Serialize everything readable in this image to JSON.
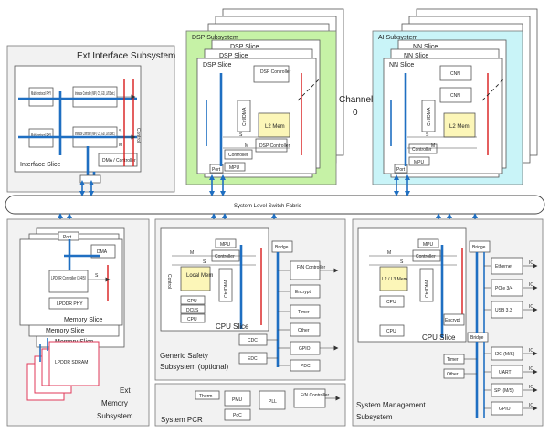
{
  "ext_interface": {
    "title": "Ext Interface Subsystem",
    "phy1": "Multi-protocol PHY",
    "phy2": "Multi-protocol PHY",
    "ic1": "Interface Controller (MIPI, CSI, ESI, LVDS etc.)",
    "ic2": "Interface Controller (MIPI, CSI, ESI, LVDS etc.)",
    "dma": "DMA / Controller",
    "slice": "Interface Slice",
    "s": "S",
    "m": "M",
    "control": "Control"
  },
  "dsp": {
    "title": "DSP Subsystem",
    "slice1": "DSP Slice",
    "slice2": "DSP Slice",
    "slice3": "DSP Slice",
    "controller": "DSP Controller",
    "l2": "L2 Mem",
    "ctrl_dma": "Ctrl/DMA",
    "dsp_ctrl_low": "DSP Controller",
    "controller_low": "Controller",
    "mpu": "MPU",
    "port": "Port",
    "s": "S",
    "m": "M"
  },
  "ai": {
    "title": "AI Subsystem",
    "slice1": "NN Slice",
    "slice2": "NN Slice",
    "slice3": "NN Slice",
    "cnn": "CNN",
    "l2": "L2 Mem",
    "ctrl_dma": "Ctrl/DMA",
    "controller": "Controller",
    "mpu": "MPU",
    "port": "Port",
    "s": "S",
    "m": "M"
  },
  "channel": {
    "line1": "Channel",
    "line2": "0"
  },
  "fabric": {
    "label": "System Level Switch Fabric"
  },
  "memory": {
    "port": "Port",
    "dma": "DMA",
    "ctrl": "LPDDR Controller (3/4/5)",
    "phy": "LPDDR PHY",
    "slice": "Memory Slice",
    "slice_back": "Memory Slice",
    "slice_back2": "Memory Slice",
    "sdram": "LPDDR SDRAM",
    "ext1": "Ext",
    "ext2": "Memory",
    "ext3": "Subsystem",
    "s": "S"
  },
  "safety": {
    "mpu": "MPU",
    "controller": "Controller",
    "bridge": "Bridge",
    "local_mem": "Local Mem",
    "cpu1": "CPU",
    "dcls": "DCLS",
    "cpu2": "CPU",
    "ctrl_dma": "Ctrl/DMA",
    "fn": "F/N Controller",
    "encrypt": "Encrypt",
    "timer": "Timer",
    "other": "Other",
    "gpio": "GPIO",
    "cdc": "CDC",
    "edc": "EDC",
    "pdc": "PDC",
    "slice": "CPU Slice",
    "title1": "Generic Safety",
    "title2": "Subsystem (optional)",
    "s": "S",
    "m": "M",
    "control": "Control"
  },
  "pcr": {
    "title": "System PCR",
    "therm": "Therm",
    "pmu": "PMU",
    "pll": "PLL",
    "por": "PoC",
    "fn": "F/N Controller"
  },
  "mgmt": {
    "mpu": "MPU",
    "controller": "Controller",
    "bridge": "Bridge",
    "l2": "L2 / L3 Mem",
    "cpu1": "CPU",
    "cpu2": "CPU",
    "ctrl_dma": "Ctrl/DMA",
    "encrypt": "Encrypt",
    "timer": "Timer",
    "other": "Other",
    "bridge2": "Bridge",
    "ethernet": "Ethernet",
    "pcie": "PCIe 3/4",
    "usb": "USB 3.3",
    "i2c": "I2C (M/S)",
    "uart": "UART",
    "spi": "SPI (M/S)",
    "gpio": "GPIO",
    "slice": "CPU Slice",
    "title1": "System Management",
    "title2": "Subsystem",
    "io": "IO",
    "s": "S",
    "m": "M"
  }
}
